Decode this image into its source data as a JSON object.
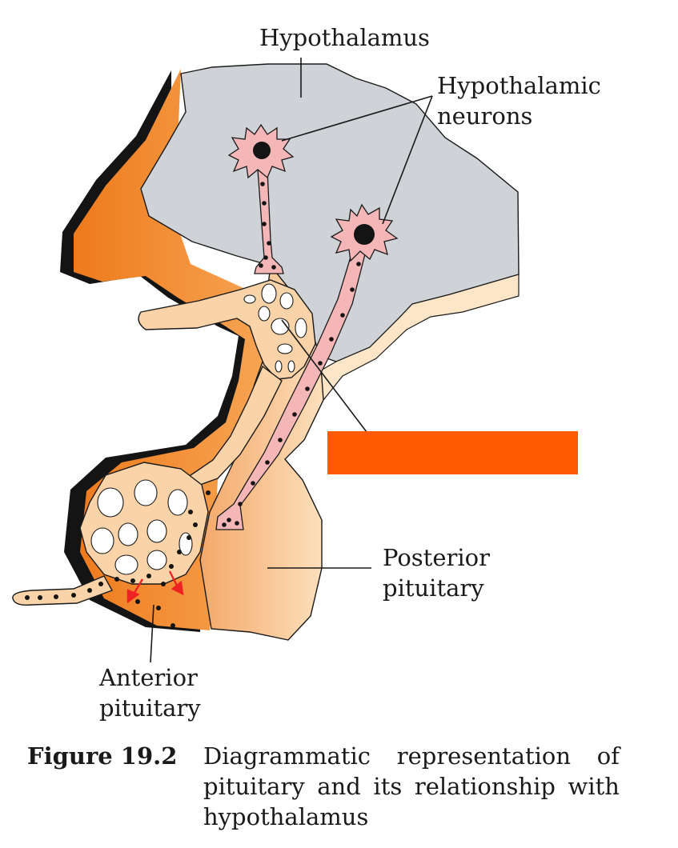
{
  "labels": {
    "hypothalamus": "Hypothalamus",
    "hypothalamic_neurons": "Hypothalamic\nneurons",
    "posterior_pituitary": "Posterior\npituitary",
    "anterior_pituitary": "Anterior\npituitary"
  },
  "caption": {
    "label": "Figure 19.2",
    "text": "Diagrammatic representation of pituitary and its relationship with hypothalamus"
  },
  "colors": {
    "hypothalamus_gray": "#cfd2d6",
    "anterior_orange": "#f08a2a",
    "posterior_peach": "#f9c995",
    "portal_vessels": "#fbd3a8",
    "neuron_pink": "#f4b6b6",
    "redaction_box": "#ff5a00",
    "arrows_red": "#ee2222"
  }
}
